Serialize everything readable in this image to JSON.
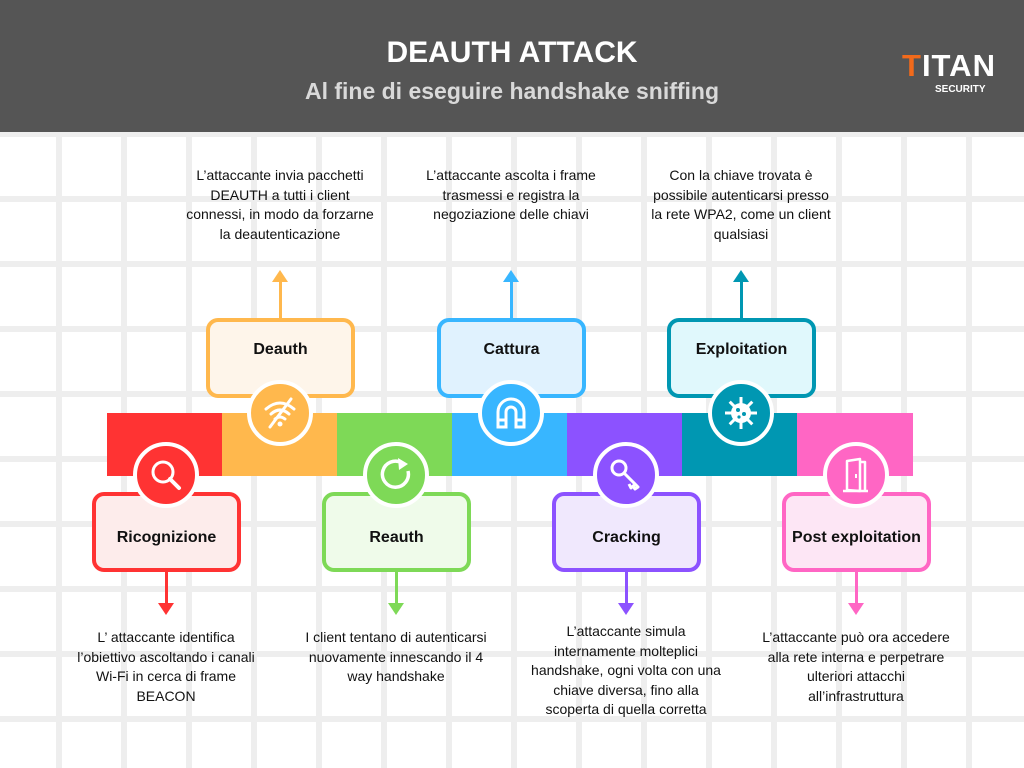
{
  "header": {
    "title": "DEAUTH ATTACK",
    "subtitle": "Al fine di eseguire handshake sniffing",
    "logo_main": "TITAN",
    "logo_sub": "SECURITY"
  },
  "steps": [
    {
      "label": "Ricognizione",
      "icon": "magnifier-icon",
      "color": "#ff3333",
      "fill": "#fdeceb",
      "position": "bottom",
      "description": "L’ attaccante identifica l’obiettivo ascoltando i canali Wi-Fi in cerca di frame BEACON"
    },
    {
      "label": "Deauth",
      "icon": "wifi-off-icon",
      "color": "#ffb84d",
      "fill": "#fef5ea",
      "position": "top",
      "description": "L’attaccante invia pacchetti DEAUTH a tutti i client connessi, in modo da forzarne la deautenticazione"
    },
    {
      "label": "Reauth",
      "icon": "refresh-icon",
      "color": "#7ed957",
      "fill": "#effbea",
      "position": "bottom",
      "description": "I client tentano di autenticarsi nuovamente innescando il 4 way handshake"
    },
    {
      "label": "Cattura",
      "icon": "magnet-icon",
      "color": "#38b6ff",
      "fill": "#e0f2fe",
      "position": "top",
      "description": "L’attaccante ascolta i frame trasmessi e registra la negoziazione delle chiavi"
    },
    {
      "label": "Cracking",
      "icon": "key-icon",
      "color": "#8c52ff",
      "fill": "#f0e8fd",
      "position": "bottom",
      "description": "L’attaccante simula internamente molteplici handshake, ogni volta con una chiave diversa, fino alla scoperta di quella corretta"
    },
    {
      "label": "Exploitation",
      "icon": "virus-icon",
      "color": "#0097b2",
      "fill": "#e0f8fc",
      "position": "top",
      "description": "Con la chiave trovata è possibile autenticarsi presso la rete WPA2, come un client qualsiasi"
    },
    {
      "label": "Post exploitation",
      "icon": "door-icon",
      "color": "#ff66c4",
      "fill": "#fde6f5",
      "position": "bottom",
      "description": "L’attaccante può ora accedere alla rete interna e perpetrare ulteriori attacchi all’infrastruttura"
    }
  ]
}
